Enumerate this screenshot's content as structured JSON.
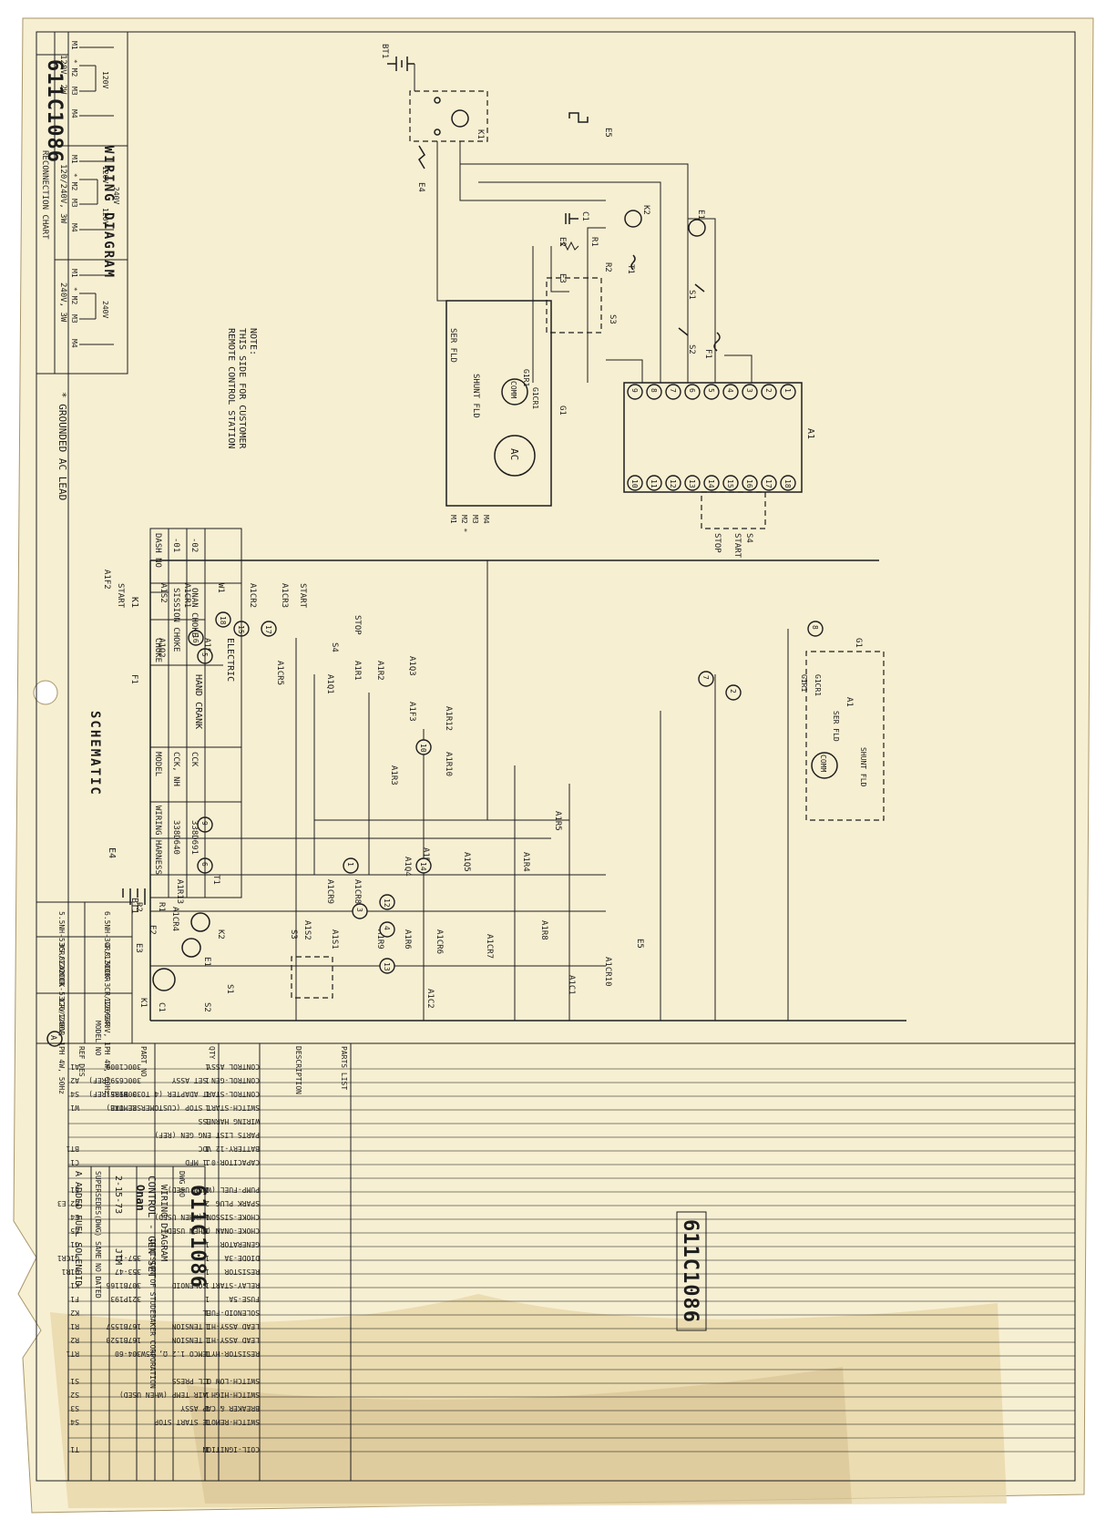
{
  "sheet_number": "611C1086",
  "titles": {
    "wiring_diagram": "WIRING DIAGRAM",
    "schematic": "SCHEMATIC",
    "note": [
      "NOTE:",
      "THIS SIDE FOR CUSTOMER",
      "REMOTE CONTROL STATION"
    ],
    "grounded_note": "* GROUNDED AC LEAD"
  },
  "reconnection_chart": {
    "title": "RECONNECTION CHART",
    "columns": [
      {
        "heading": "120V, 2W",
        "leads": [
          "M1",
          "* M2",
          "M3",
          "M4"
        ],
        "volts": [
          "120V"
        ]
      },
      {
        "heading": "120/240V, 3W",
        "leads": [
          "M1",
          "* M2",
          "M3",
          "M4"
        ],
        "volts": [
          "120V",
          "240V",
          "120V"
        ]
      },
      {
        "heading": "240V, 3W",
        "leads": [
          "M1",
          "* M2",
          "M3",
          "M4"
        ],
        "volts": [
          "240V"
        ]
      }
    ]
  },
  "wiring_labels": {
    "bt1": "BT1",
    "k1": "K1",
    "e4": "E4",
    "e5": "E5",
    "e1": "E1",
    "k2": "K2",
    "c1": "C1",
    "r1": "R1",
    "r2": "R2",
    "t1": "T1",
    "e2": "E2",
    "e3": "E3",
    "s1": "S1",
    "s2": "S2",
    "s3": "S3",
    "f1": "F1",
    "a1": "A1",
    "s4": "S4",
    "start": "START",
    "stop": "STOP",
    "ser_fld": "SER FLD",
    "shunt_fld": "SHUNT FLD",
    "comm": "COMM",
    "g1": "G1",
    "g1r1": "G1R1",
    "g1cr1": "G1CR1",
    "ac": "AC",
    "m_leads": [
      "M1",
      "M2 *",
      "M3",
      "M4"
    ]
  },
  "schematic_labels": {
    "k1": "K1",
    "a1f2": "A1F2",
    "start_top": "START",
    "a1s2": "A1S2",
    "a1cr1": "A1CR1",
    "w1": "W1",
    "a1cr2": "A1CR2",
    "a1cr3": "A1CR3",
    "start_left": "START",
    "stop": "STOP",
    "s4": "S4",
    "a1s1": "A1S1",
    "electric": "ELECTRIC",
    "hand_crank": "HAND CRANK",
    "a1q2": "A1Q2",
    "f1": "F1",
    "a1cr5": "A1CR5",
    "a1q1": "A1Q1",
    "a1r1": "A1R1",
    "a1r2": "A1R2",
    "a1q3": "A1Q3",
    "a1f3": "A1F3",
    "a1r12": "A1R12",
    "a1r10": "A1R10",
    "a1r3": "A1R3",
    "a1r7": "A1R7",
    "a1q5": "A1Q5",
    "a1q4": "A1Q4",
    "a1r4": "A1R4",
    "a1r5": "A1R5",
    "a1r8": "A1R8",
    "a1r9": "A1R9",
    "a1r6": "A1R6",
    "a1cr6": "A1CR6",
    "a1cr7": "A1CR7",
    "a1c2": "A1C2",
    "a1c1": "A1C1",
    "a1cr10": "A1CR10",
    "e5": "E5",
    "a1cr9": "A1CR9",
    "a1cr8": "A1CR8",
    "a1s1b": "A1S1",
    "a1s2b": "A1S2",
    "e4": "E4",
    "bt1": "BT1",
    "a1cr4": "A1CR4",
    "k2": "K2",
    "e1": "E1",
    "r1": "R1",
    "e2": "E2",
    "r2": "R2",
    "e3": "E3",
    "a1r13": "A1R13",
    "t1": "T1",
    "s3": "S3",
    "s1": "S1",
    "s2": "S2",
    "c1": "C1",
    "k1b": "K1",
    "g1": "G1",
    "g1r1": "G1R1",
    "g1cr1": "G1CR1",
    "ser_fld": "SER FLD",
    "shunt_fld": "SHUNT FLD",
    "comm": "COMM",
    "a1": "A1",
    "rev_mark": "A"
  },
  "choke_table": {
    "headers": [
      "DASH NO",
      "CHOKE",
      "MODEL",
      "WIRING HARNESS"
    ],
    "rows": [
      [
        "-01",
        "SISSION CHOKE",
        "CCK, NH",
        "338D640"
      ],
      [
        "-02",
        "ONAN CHOKE",
        "CCK",
        "338D691"
      ]
    ]
  },
  "model_table": {
    "header": "MODEL NO",
    "rows": [
      [
        "5.5NH-53CR/12000R",
        "6.5NH-3CR/12000R"
      ],
      [
        "35.8Z42CCK-53CR/1200R",
        "4.8.5CCK-3CR/12000R"
      ],
      [
        "120/240V, 1PH 4W, 50Hz",
        "120/240V, 1PH 4W, 60Hz"
      ]
    ]
  },
  "parts_list": {
    "title": "PARTS LIST",
    "headers": [
      "REF DES",
      "PART NO",
      "QTY",
      "DESCRIPTION"
    ],
    "rows": [
      [
        "A1",
        "300C1000",
        "1",
        "CONTROL ASSY"
      ],
      [
        "A2",
        "300C659(REF)",
        "1",
        "CONTROL-GEN SET ASSY"
      ],
      [
        "S4",
        "300B935(REF)",
        "1",
        "CONTROL-START ADAPTER (4 TO 3 WIRE)"
      ],
      [
        "W1",
        "SEE TAB",
        "1",
        "SWITCH-START STOP (CUSTOMER REMOTE)"
      ],
      [
        "",
        "",
        "1",
        "WIRING HARNESS"
      ],
      [
        "",
        "",
        "",
        "PARTS LIST ENG GEN (REF)"
      ],
      [
        "BT1",
        "",
        "1",
        "BATTERY-12 VDC"
      ],
      [
        "C1",
        "",
        "1",
        "CAPACITOR-0.1 MFD"
      ],
      [
        "",
        "",
        "",
        ""
      ],
      [
        "E1",
        "",
        "1",
        "PUMP-FUEL (WHEN USED)"
      ],
      [
        "E2,E3",
        "",
        "2",
        "SPARK PLUG"
      ],
      [
        "E4",
        "",
        "1",
        "CHOKE-SISSON (WHEN USED)"
      ],
      [
        "E5",
        "",
        "1",
        "CHOKE-ONAN (WHEN USED)"
      ],
      [
        "G1",
        "",
        "1",
        "GENERATOR"
      ],
      [
        "G1CR1",
        "357-17",
        "1",
        "DIODE-3A"
      ],
      [
        "G1R1",
        "353-47",
        "1",
        "RESISTOR"
      ],
      [
        "K1",
        "307B1166",
        "1",
        "RELAY-START SOLENOID"
      ],
      [
        "F1",
        "321P193",
        "1",
        "FUSE-5A"
      ],
      [
        "K2",
        "",
        "1",
        "SOLENOID-FUEL"
      ],
      [
        "R1",
        "167B1557",
        "1",
        "LEAD ASSY-HI TENSION"
      ],
      [
        "R2",
        "167B1520",
        "1",
        "LEAD ASSY-HI TENSION"
      ],
      [
        "RT1",
        "304-60",
        "1",
        "RESISTOR-HYTEMCO 1.2 Ω, 25W"
      ],
      [
        "",
        "",
        "",
        ""
      ],
      [
        "S1",
        "",
        "1",
        "SWITCH-LOW OIL PRESS"
      ],
      [
        "S2",
        "",
        "1",
        "SWITCH-HIGH AIR TEMP (WHEN USED)"
      ],
      [
        "S3",
        "",
        "1",
        "BREAKER & CAP ASSY"
      ],
      [
        "S4",
        "",
        "1",
        "SWITCH-REMOTE START STOP"
      ],
      [
        "",
        "",
        "",
        ""
      ],
      [
        "T1",
        "",
        "1",
        "COIL-IGNITION"
      ]
    ]
  },
  "title_block": {
    "rev_note": "A  ADDED FUEL SOLENOID",
    "supersedes": "SUPERSEDES(DWG) SAME NO DATED",
    "date": "2-15-73",
    "drawn": "JTM",
    "title": "CONTROL - GEN SET",
    "subtitle": "WIRING DIAGRAM",
    "company": "Onan",
    "division": "DIVISION OF STUDEBAKER CORPORATION",
    "dwg_no_label": "DWG NO",
    "dwg_no": "611C1086"
  },
  "colors": {
    "paper": "#f7efd2",
    "ink": "#1d1d1d",
    "stain": "#c9ae7b"
  }
}
